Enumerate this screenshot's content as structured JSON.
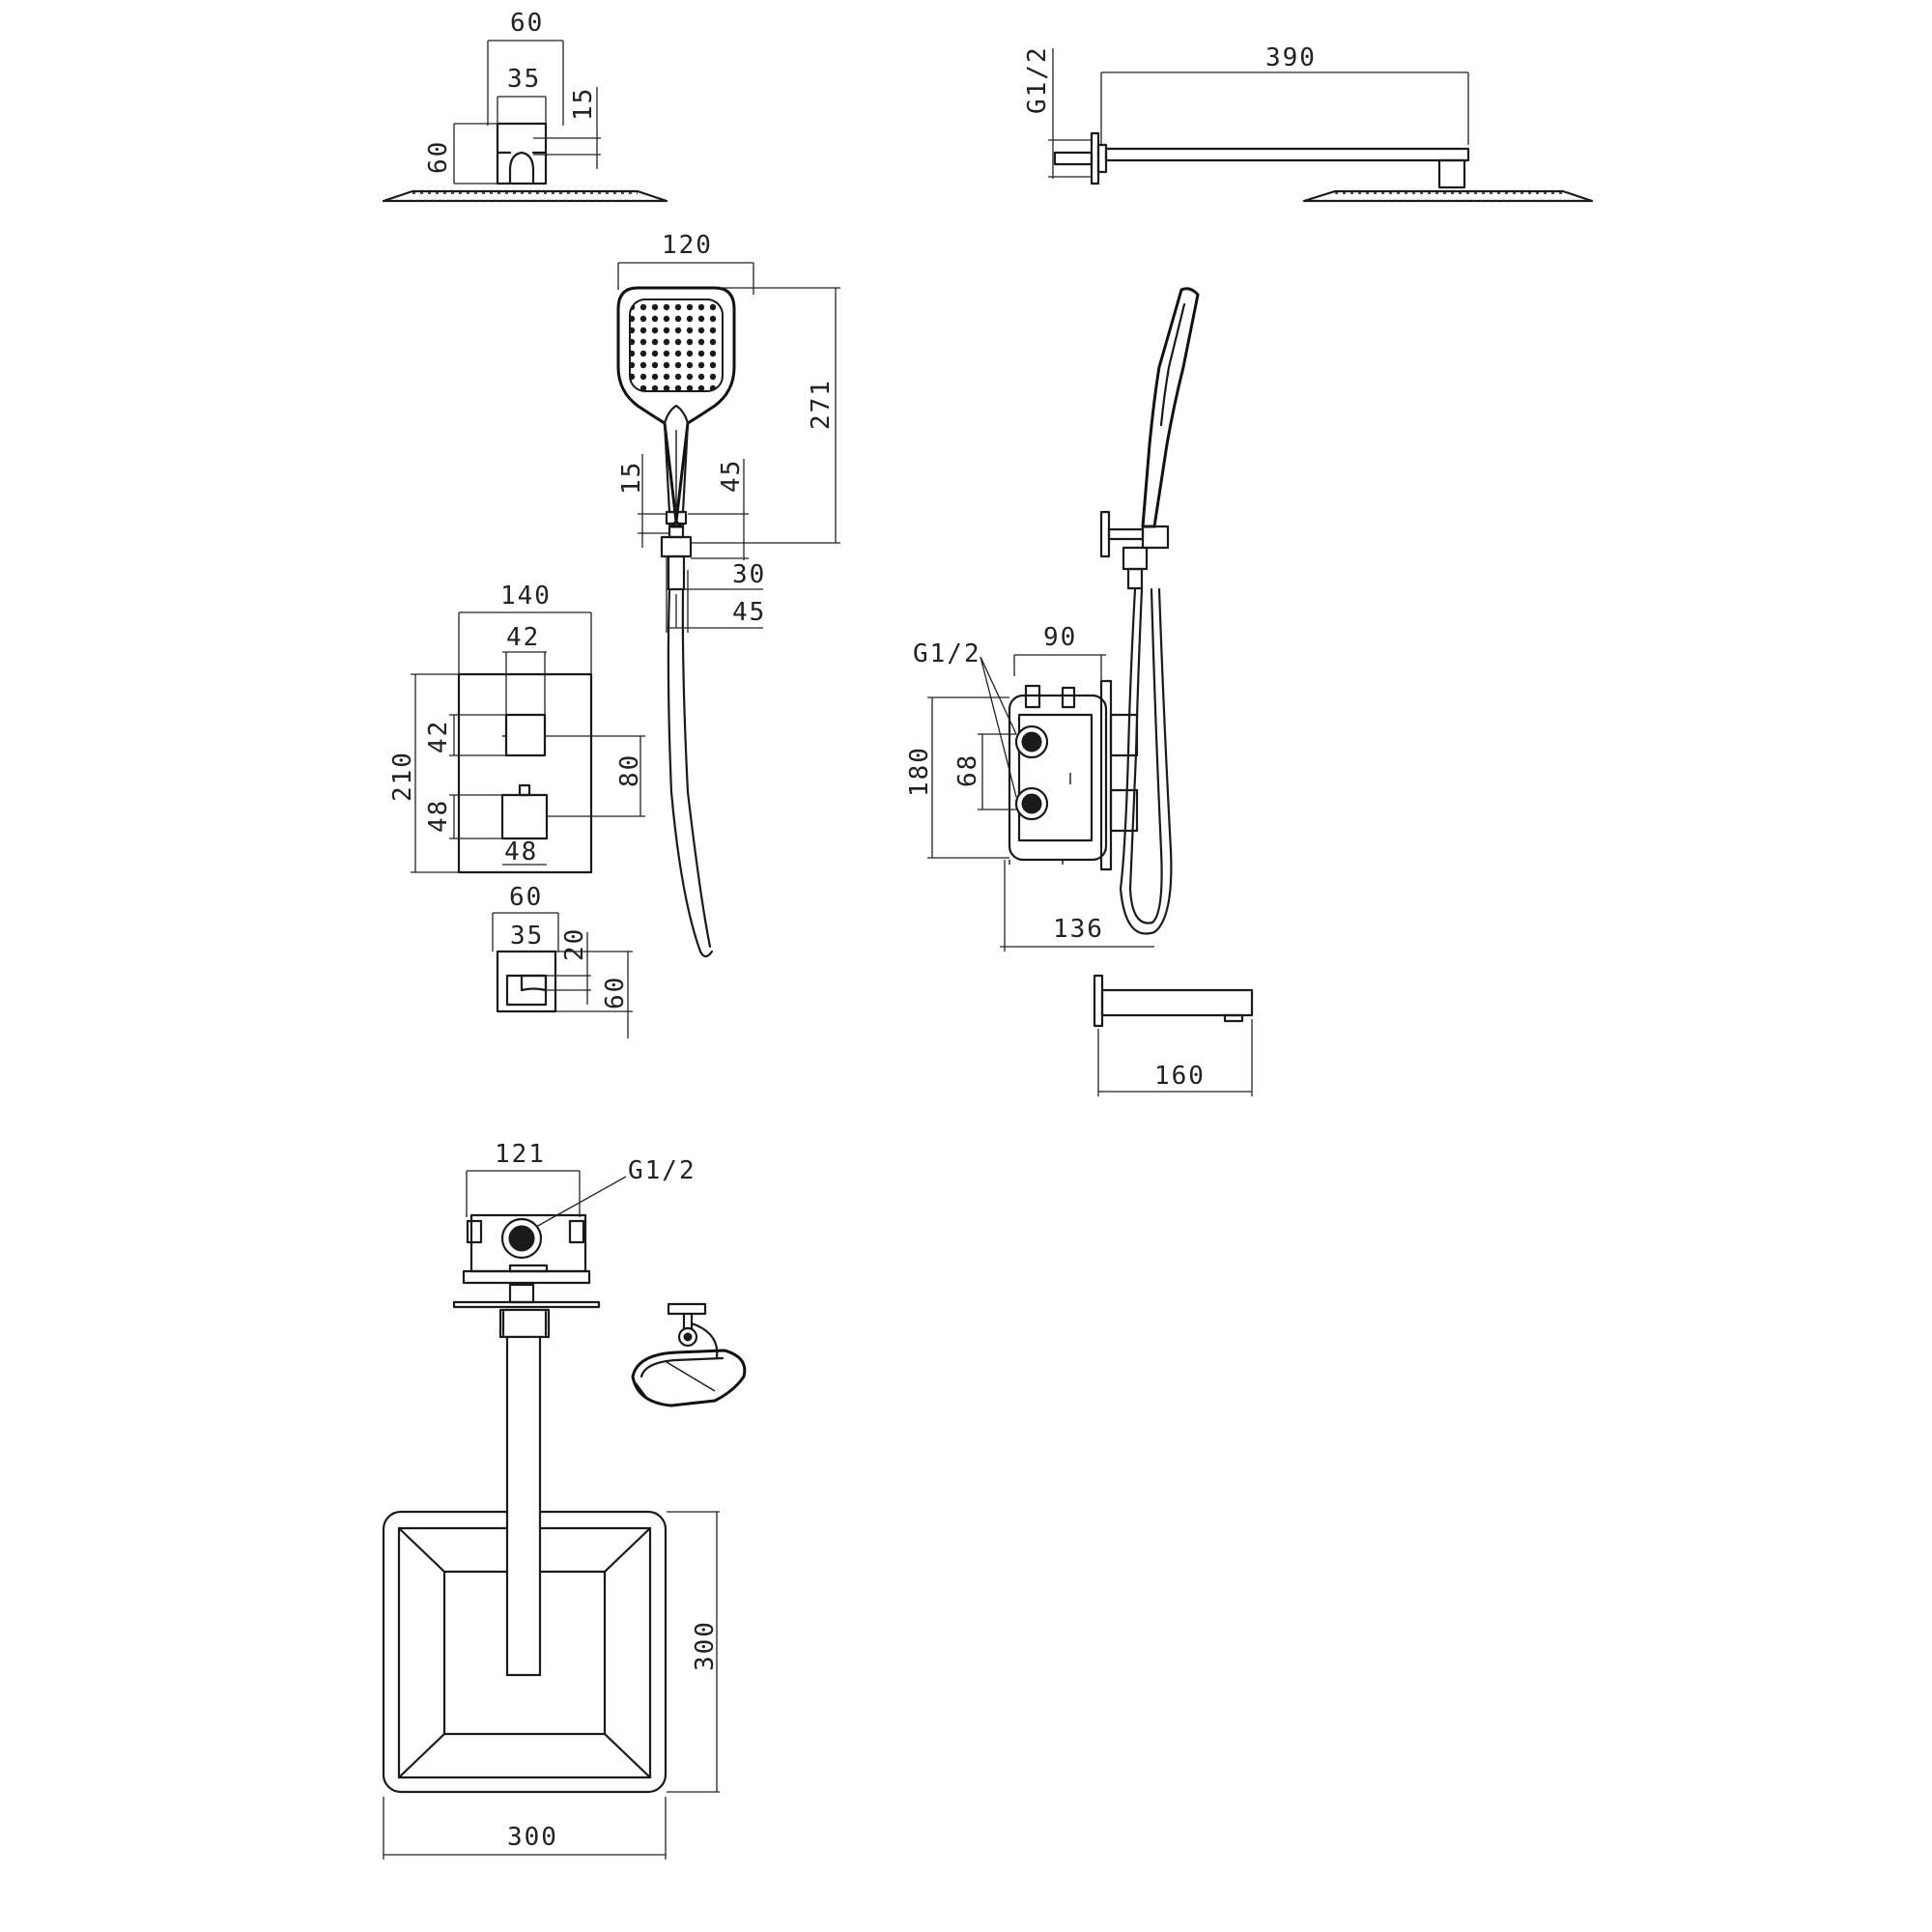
{
  "title": "",
  "labels": {
    "rain_head_width": "60",
    "rain_head_stem": "35",
    "rain_head_height": "60",
    "rain_head_gap": "15",
    "arm_thread": "G1/2",
    "arm_length": "390",
    "hand_width": "120",
    "hand_length": "271",
    "hand_gap": "15",
    "hand_neck": "45",
    "holder_height": "30",
    "holder_depth": "45",
    "plate_width": "140",
    "plate_height": "210",
    "knob_top": "42",
    "knob_top_side": "42",
    "knob_spacing": "80",
    "knob_bottom_side": "48",
    "knob_bottom": "48",
    "outlet_width": "60",
    "outlet_stem": "35",
    "outlet_gap": "20",
    "outlet_height": "60",
    "valve_thread": "G1/2",
    "valve_depth": "90",
    "valve_height": "180",
    "port_spacing": "68",
    "install_depth": "136",
    "spout_length": "160",
    "box_width": "121",
    "box_thread": "G1/2",
    "head_height": "300",
    "head_width": "300"
  }
}
